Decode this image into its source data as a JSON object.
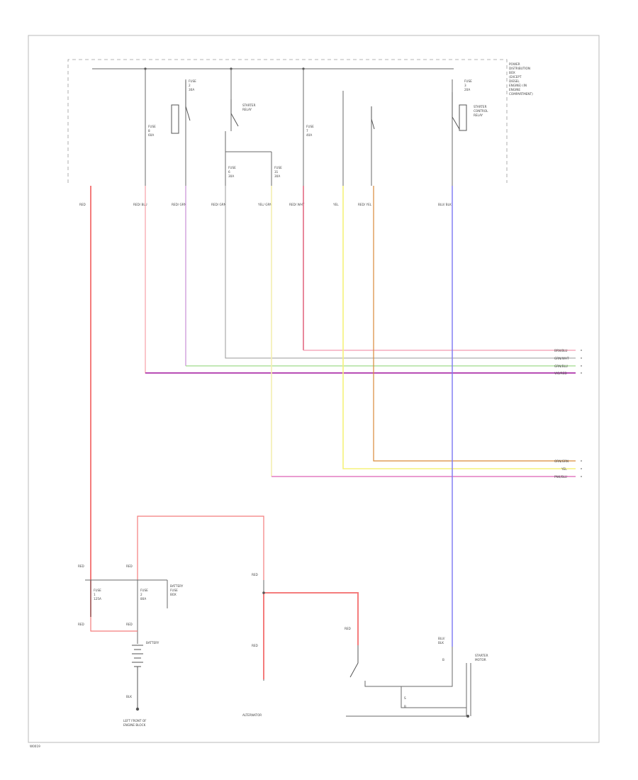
{
  "page": {
    "footer_code": "W0019",
    "background": "#ffffff"
  },
  "wire_colors": {
    "red": "#f47c7c",
    "pink": "#ee4f6b",
    "purple": "#a21ca4",
    "light_purple": "#c98ed6",
    "green": "#9fd98a",
    "yellow": "#f5f27a",
    "light_yellow": "#f3efb0",
    "orange": "#d98a3a",
    "blue": "#7b76f2",
    "magenta_pink": "#e27cc0",
    "dark_red": "#d83a5a"
  },
  "labels": {
    "power_dist_box": [
      "POWER",
      "DISTRIBUTION",
      "BOX",
      "(EXCEPT",
      "DIESEL",
      "ENGINE) (IN",
      "ENGINE",
      "COMPARTMENT)"
    ],
    "fuse_1": [
      "FUSE",
      "8",
      "60A"
    ],
    "fuse_2": [
      "FUSE",
      "2",
      "30A"
    ],
    "fuse_3": [
      "FUSE",
      "7",
      "40A"
    ],
    "fuse_4": [
      "FUSE",
      "6",
      "30A"
    ],
    "fuse_5": [
      "FUSE",
      "31",
      "30A"
    ],
    "fuse_6": [
      "FUSE",
      "3",
      "20A"
    ],
    "starter_relay": [
      "STARTER",
      "RELAY"
    ],
    "glow_plug_relay": [
      "STARTER",
      "CONTROL",
      "RELAY"
    ],
    "wire_red_1": "RED",
    "wire_red_2": "RED/\nBLU",
    "wire_3": "RED/\nGRN",
    "wire_4": "RED/\nGRN",
    "wire_5": "YEL/\nGRN",
    "wire_6": "RED/\nWHT",
    "wire_7": "YEL",
    "wire_8": "RED/\nYEL",
    "wire_9": "BLU/\nBLK",
    "conn_right_1": "BRN/BLU",
    "conn_right_2": "GRN/WHT",
    "conn_right_3": "GRN/BLU",
    "conn_right_4": "VIO/RED",
    "conn_right_5": "ORN/GRN",
    "conn_right_6": "YEL",
    "conn_right_7": "PNK/BLU",
    "battery_fuse_1": [
      "FUSE",
      "1",
      "125A"
    ],
    "battery_fuse_2": [
      "FUSE",
      "2",
      "80A"
    ],
    "battery_fuse_box": [
      "BATTERY",
      "FUSE",
      "BOX"
    ],
    "battery": "BATTERY",
    "ground_label": [
      "LEFT FRONT OF",
      "ENGINE BLOCK"
    ],
    "alternator": "ALTERNATOR",
    "starter_motor": [
      "STARTER",
      "MOTOR"
    ],
    "red_small_1": "RED",
    "red_small_2": "RED",
    "red_small_3": "RED",
    "red_small_4": "RED",
    "red_small_5": "RED",
    "blk": "BLK",
    "blk2": "BLK",
    "gnd_s": "S",
    "gnd_b": "B",
    "st_label": [
      "BLU/",
      "BLK"
    ],
    "pin_b": "B"
  }
}
